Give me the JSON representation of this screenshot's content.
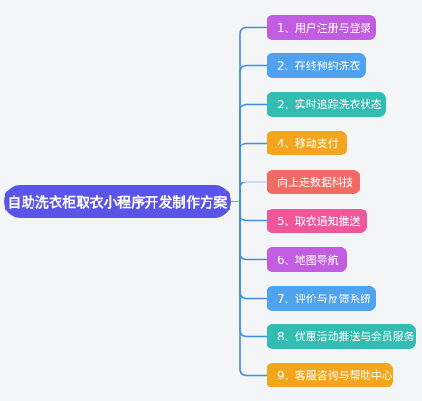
{
  "root": {
    "label": "自助洗衣柜取衣小程序开发制作方案",
    "color": "#5a55e8"
  },
  "connector_color": "#3f8fe0",
  "branches": [
    {
      "label": "1、用户注册与登录",
      "color": "#c25ce0"
    },
    {
      "label": "2、在线预约洗衣",
      "color": "#4ea2f0"
    },
    {
      "label": "2、实时追踪洗衣状态",
      "color": "#33bdb2"
    },
    {
      "label": "4、移动支付",
      "color": "#f3a51d"
    },
    {
      "label": "向上走数据科技",
      "color": "#f26b62"
    },
    {
      "label": "5、取衣通知推送",
      "color": "#f0579a"
    },
    {
      "label": "6、地图导航",
      "color": "#c25ce0"
    },
    {
      "label": "7、评价与反馈系统",
      "color": "#4ea2f0"
    },
    {
      "label": "8、优惠活动推送与会员服务",
      "color": "#33bdb2"
    },
    {
      "label": "9、客服咨询与帮助中心",
      "color": "#f3a51d"
    }
  ]
}
